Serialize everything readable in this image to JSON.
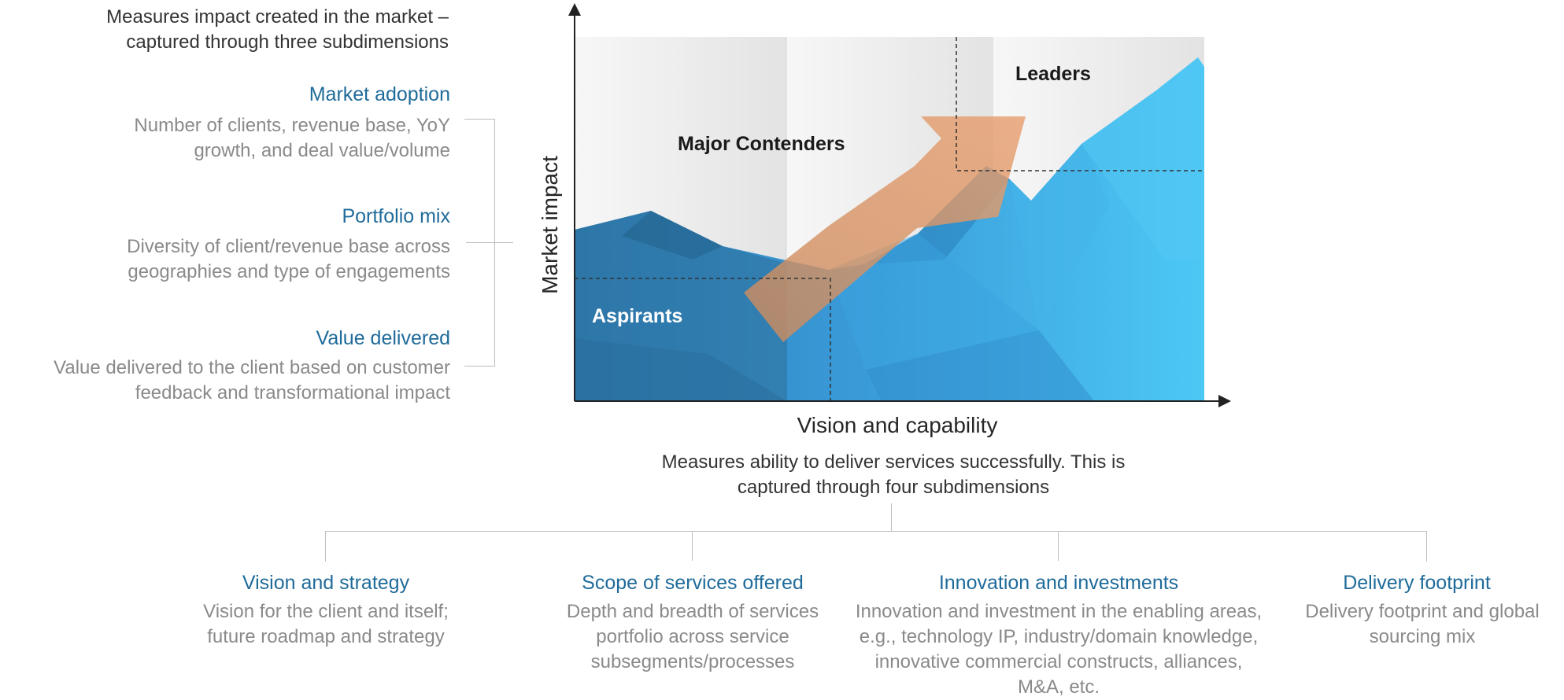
{
  "left_panel": {
    "intro": "Measures impact created in the market – captured through three subdimensions",
    "subdimensions": [
      {
        "title": "Market adoption",
        "description": "Number of clients, revenue base, YoY growth, and deal value/volume"
      },
      {
        "title": "Portfolio mix",
        "description": "Diversity of client/revenue base across geographies and type of engagements"
      },
      {
        "title": "Value delivered",
        "description": "Value delivered to the client based on customer feedback and transformational impact"
      }
    ]
  },
  "matrix": {
    "y_axis_label": "Market impact",
    "x_axis_label": "Vision and capability",
    "zones": {
      "leaders": "Leaders",
      "major_contenders": "Major Contenders",
      "aspirants": "Aspirants"
    },
    "colors": {
      "accent_blue": "#1f6b9a",
      "arrow": "#d9895a",
      "mountain": "#3aa0dc"
    }
  },
  "bottom_panel": {
    "intro": "Measures ability to deliver services successfully. This is captured through four subdimensions",
    "subdimensions": [
      {
        "title": "Vision and strategy",
        "description": "Vision for the client and itself; future roadmap and strategy"
      },
      {
        "title": "Scope of services offered",
        "description": "Depth and breadth of services portfolio across service subsegments/processes"
      },
      {
        "title": "Innovation and investments",
        "description": "Innovation and investment in the enabling areas, e.g., technology IP, industry/domain knowledge, innovative commercial constructs, alliances, M&A, etc."
      },
      {
        "title": "Delivery footprint",
        "description": "Delivery footprint and global sourcing mix"
      }
    ]
  }
}
